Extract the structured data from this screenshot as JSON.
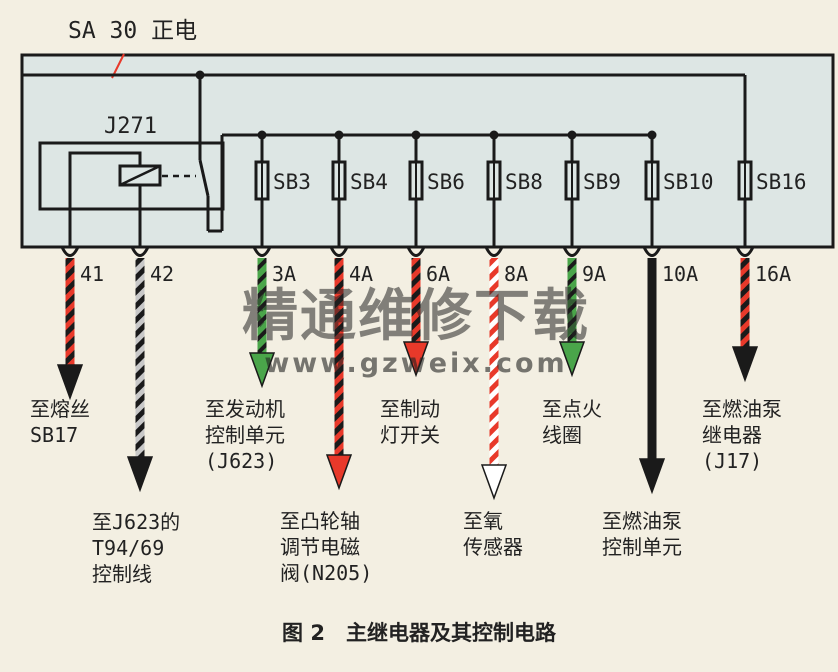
{
  "supply_label": "SA 30 正电",
  "relay_label": "J271",
  "caption": "图 2　主继电器及其控制电路",
  "watermark": {
    "title": "精通维修下载",
    "url": "www.gzweix.com"
  },
  "fuses": [
    "SB3",
    "SB4",
    "SB6",
    "SB8",
    "SB9",
    "SB10",
    "SB16"
  ],
  "pins": [
    "41",
    "42",
    "3A",
    "4A",
    "6A",
    "8A",
    "9A",
    "10A",
    "16A"
  ],
  "destinations": {
    "d41": [
      "至熔丝",
      "SB17"
    ],
    "d42": [
      "至J623的",
      "T94/69",
      "控制线"
    ],
    "d3a": [
      "至发动机",
      "控制单元",
      "(J623)"
    ],
    "d4a": [
      "至凸轮轴",
      "调节电磁",
      "阀(N205)"
    ],
    "d6a": [
      "至制动",
      "灯开关"
    ],
    "d8a": [
      "至氧",
      "传感器"
    ],
    "d9a": [
      "至点火",
      "线圈"
    ],
    "d10a": [
      "至燃油泵",
      "控制单元"
    ],
    "d16a": [
      "至燃油泵",
      "继电器",
      "(J17)"
    ]
  },
  "colors": {
    "background": "#f3efe2",
    "box_fill": "#dde6e4",
    "line": "#1a1a1a",
    "red": "#e8392a",
    "green": "#4aa54a",
    "watermark": "#f0a07a"
  }
}
